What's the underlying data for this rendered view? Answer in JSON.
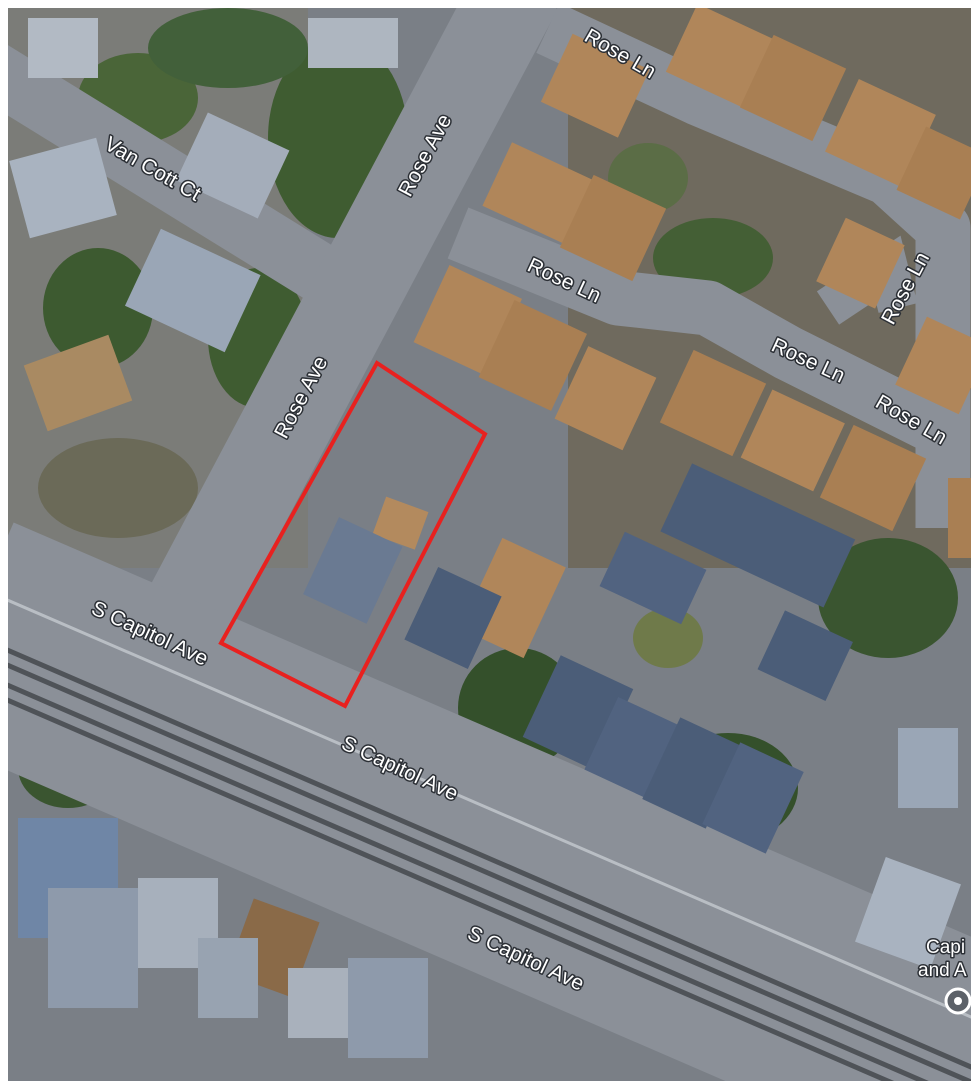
{
  "map": {
    "view": "satellite",
    "street_labels": [
      {
        "id": "van-cott-ct",
        "text": "Van Cott Ct"
      },
      {
        "id": "rose-ave-1",
        "text": "Rose Ave"
      },
      {
        "id": "rose-ave-2",
        "text": "Rose Ave"
      },
      {
        "id": "rose-ln-1",
        "text": "Rose Ln"
      },
      {
        "id": "rose-ln-2",
        "text": "Rose Ln"
      },
      {
        "id": "rose-ln-3",
        "text": "Rose Ln"
      },
      {
        "id": "rose-ln-4",
        "text": "Rose Ln"
      },
      {
        "id": "rose-ln-5",
        "text": "Rose Ln"
      },
      {
        "id": "s-capitol-ave-1",
        "text": "S Capitol Ave"
      },
      {
        "id": "s-capitol-ave-2",
        "text": "S Capitol Ave"
      },
      {
        "id": "s-capitol-ave-3",
        "text": "S Capitol Ave"
      }
    ],
    "poi": {
      "line1": "Capi",
      "line2": "and A"
    },
    "highlight": {
      "shape": "parcel-outline",
      "color": "#e8211f"
    },
    "colors": {
      "roof_tan": "#b0865a",
      "roof_blue": "#4b5d78",
      "vegetation": "#3f5c31",
      "road": "#8b9098",
      "rail": "#5a5e64"
    }
  }
}
